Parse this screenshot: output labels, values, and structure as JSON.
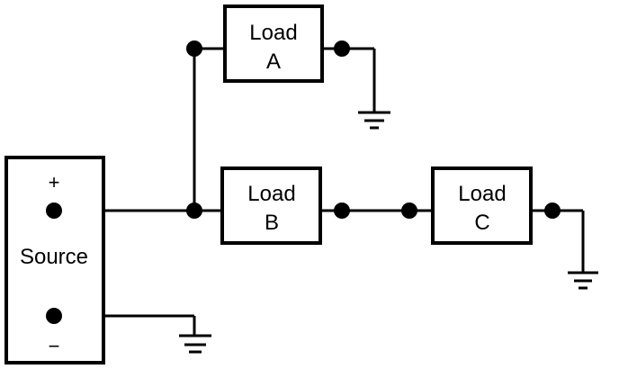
{
  "diagram": {
    "type": "circuit-schematic",
    "source": {
      "label": "Source",
      "positive_symbol": "+",
      "negative_symbol": "−"
    },
    "loads": [
      {
        "id": "A",
        "line1": "Load",
        "line2": "A"
      },
      {
        "id": "B",
        "line1": "Load",
        "line2": "B"
      },
      {
        "id": "C",
        "line1": "Load",
        "line2": "C"
      }
    ],
    "connections": [
      "Source + to junction",
      "junction to Load A (parallel branch)",
      "junction to Load B",
      "Load B to Load C (series)",
      "Load A to ground",
      "Load C to ground",
      "Source - to ground"
    ],
    "ground_count": 3,
    "colors": {
      "line": "#000000",
      "background": "#ffffff"
    }
  }
}
